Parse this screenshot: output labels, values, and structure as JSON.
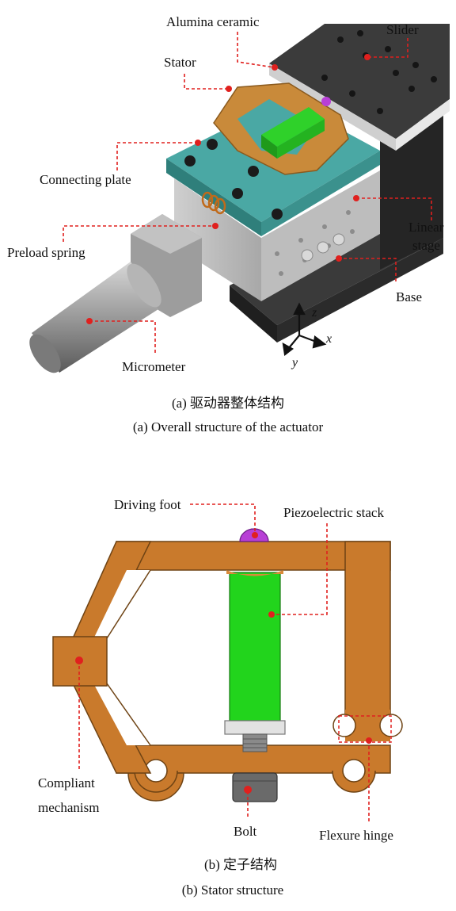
{
  "figure_a": {
    "labels": {
      "alumina": "Alumina ceramic",
      "slider": "Slider",
      "stator": "Stator",
      "connecting": "Connecting plate",
      "preload": "Preload spring",
      "linear_1": "Linear",
      "linear_2": "stage",
      "base": "Base",
      "micrometer": "Micrometer"
    },
    "axes": {
      "z": "z",
      "x": "x",
      "y": "y"
    },
    "caption_cn": "(a) 驱动器整体结构",
    "caption_en": "(a) Overall structure of the actuator"
  },
  "figure_b": {
    "labels": {
      "driving_foot": "Driving foot",
      "piezo": "Piezoelectric stack",
      "compliant_1": "Compliant",
      "compliant_2": "mechanism",
      "bolt": "Bolt",
      "flexure": "Flexure hinge"
    },
    "caption_cn": "(b) 定子结构",
    "caption_en": "(b) Stator structure"
  },
  "colors": {
    "leader": "#e0201e",
    "stator_orange": "#c97a2c",
    "piezo_green": "#1fd11a",
    "foot_purple": "#b83fd6",
    "plate_teal": "#4aa8a4",
    "stage_black": "#2a2a2a"
  }
}
